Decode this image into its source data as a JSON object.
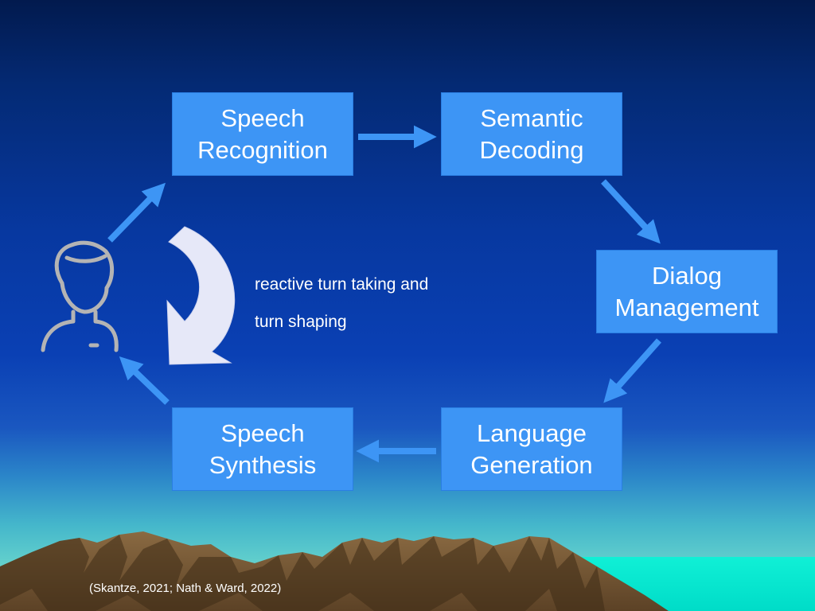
{
  "diagram": {
    "nodes": {
      "speech_recognition": {
        "line1": "Speech",
        "line2": "Recognition"
      },
      "semantic_decoding": {
        "line1": "Semantic",
        "line2": "Decoding"
      },
      "dialog_management": {
        "line1": "Dialog",
        "line2": "Management"
      },
      "language_generation": {
        "line1": "Language",
        "line2": "Generation"
      },
      "speech_synthesis": {
        "line1": "Speech",
        "line2": "Synthesis"
      }
    },
    "edges": [
      {
        "from": "user",
        "to": "speech_recognition"
      },
      {
        "from": "speech_recognition",
        "to": "semantic_decoding"
      },
      {
        "from": "semantic_decoding",
        "to": "dialog_management"
      },
      {
        "from": "dialog_management",
        "to": "language_generation"
      },
      {
        "from": "language_generation",
        "to": "speech_synthesis"
      },
      {
        "from": "speech_synthesis",
        "to": "user"
      }
    ],
    "annotation": {
      "line1": "reactive turn taking and",
      "line2": "turn shaping"
    },
    "user_icon": "user-avatar-icon",
    "inner_arrow_icon": "curved-arrow-icon"
  },
  "citation": "(Skantze, 2021; Nath & Ward, 2022)",
  "colors": {
    "box_fill": "#3d95f5",
    "arrow": "#3d95f5",
    "text": "#ffffff",
    "curved_arrow": "#e6e8f8",
    "background_top": "#021a4e",
    "background_bottom": "#7ad9cd"
  }
}
